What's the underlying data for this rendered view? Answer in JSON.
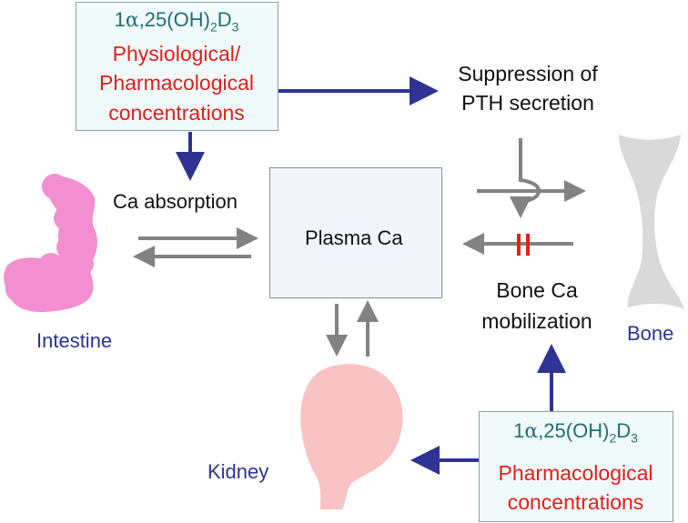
{
  "top_box": {
    "formula": {
      "prefix": "1",
      "alpha": "α",
      "mid": ",25(OH)",
      "sub1": "2",
      "mid2": "D",
      "sub2": "3"
    },
    "line1": "Physiological/",
    "line2": "Pharmacological",
    "line3": "concentrations"
  },
  "bottom_box": {
    "formula": {
      "prefix": "1",
      "alpha": "α",
      "mid": ",25(OH)",
      "sub1": "2",
      "mid2": "D",
      "sub2": "3"
    },
    "line1": "Pharmacological",
    "line2": "concentrations"
  },
  "suppression": {
    "line1": "Suppression of",
    "line2": "PTH secretion"
  },
  "ca_absorption": "Ca absorption",
  "plasma_ca": "Plasma Ca",
  "bone_ca": {
    "line1": "Bone Ca",
    "line2": "mobilization"
  },
  "organs": {
    "intestine": "Intestine",
    "kidney": "Kidney",
    "bone": "Bone"
  },
  "colors": {
    "navy_arrow": "#2e3394",
    "gray_arrow": "#828282",
    "block_mark": "#e0201b",
    "intestine": "#f38fd0",
    "kidney": "#f9c3c3",
    "bone": "#d9d9d9",
    "teal_text": "#1f6f74",
    "red_text": "#e0201b",
    "organ_label": "#2e3394"
  }
}
